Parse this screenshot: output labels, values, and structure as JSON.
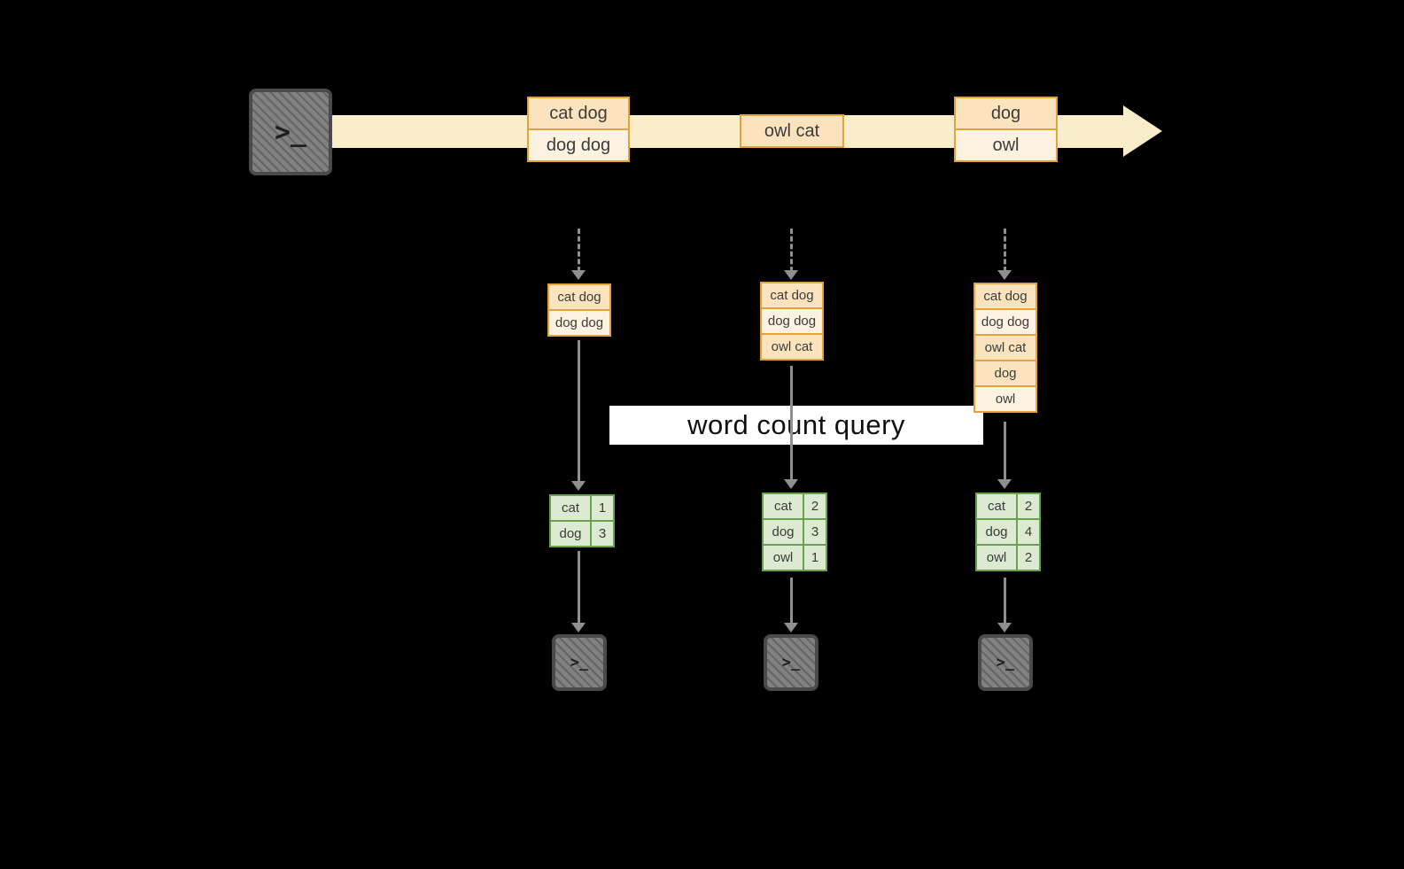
{
  "banner": {
    "label": "word count query"
  },
  "icons": {
    "terminal_prompt": ">_"
  },
  "stream": {
    "batches": [
      {
        "records": [
          "cat dog",
          "dog dog"
        ]
      },
      {
        "records": [
          "owl cat"
        ]
      },
      {
        "records": [
          "dog",
          "owl"
        ]
      }
    ]
  },
  "micro_batches": [
    {
      "records": [
        "cat dog",
        "dog dog"
      ]
    },
    {
      "records": [
        "cat dog",
        "dog dog",
        "owl cat"
      ]
    },
    {
      "records": [
        "cat dog",
        "dog dog",
        "owl cat",
        "dog",
        "owl"
      ]
    }
  ],
  "results": [
    {
      "rows": [
        {
          "word": "cat",
          "count": "1"
        },
        {
          "word": "dog",
          "count": "3"
        }
      ]
    },
    {
      "rows": [
        {
          "word": "cat",
          "count": "2"
        },
        {
          "word": "dog",
          "count": "3"
        },
        {
          "word": "owl",
          "count": "1"
        }
      ]
    },
    {
      "rows": [
        {
          "word": "cat",
          "count": "2"
        },
        {
          "word": "dog",
          "count": "4"
        },
        {
          "word": "owl",
          "count": "2"
        }
      ]
    }
  ],
  "colors": {
    "background": "#000000",
    "stream_fill": "#faeeca",
    "record_border": "#e2a33d",
    "record_fill_dark": "#fbe4bd",
    "record_fill_light": "#fdf3e0",
    "result_border": "#68a24e",
    "result_fill": "#dcead2",
    "arrow": "#8f8f8f",
    "terminal_fill": "#818181",
    "banner_bg": "#ffffff"
  }
}
